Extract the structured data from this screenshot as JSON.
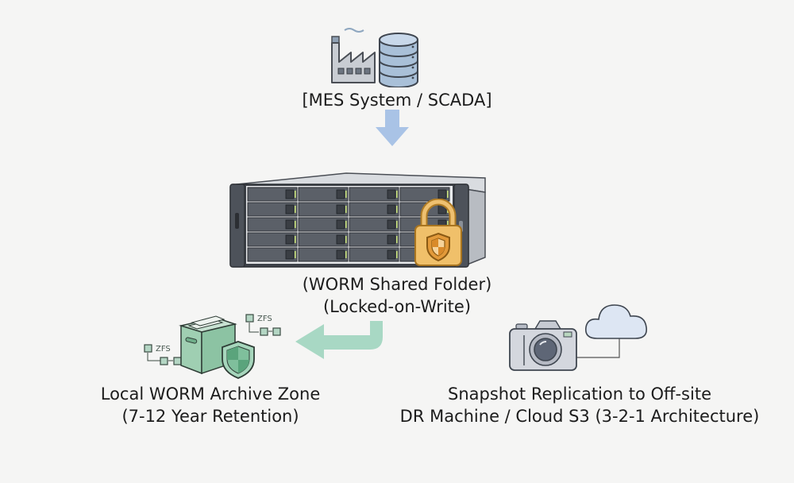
{
  "diagram": {
    "source": {
      "label": "[MES System / SCADA]",
      "icons": [
        "factory-icon",
        "database-icon"
      ]
    },
    "storage": {
      "line1": "(WORM Shared Folder)",
      "line2": "(Locked-on-Write)",
      "icons": [
        "nas-server-icon",
        "padlock-shield-icon"
      ]
    },
    "local_archive": {
      "line1": "Local WORM Archive Zone",
      "line2": "(7-12 Year Retention)",
      "zfs_label_1": "ZFS",
      "zfs_label_2": "ZFS",
      "icons": [
        "archive-box-icon",
        "shield-icon"
      ]
    },
    "offsite": {
      "line1": "Snapshot Replication to Off-site",
      "line2": "DR Machine / Cloud S3 (3-2-1 Architecture)",
      "icons": [
        "camera-snapshot-icon",
        "cloud-icon"
      ]
    },
    "colors": {
      "background": "#f5f5f4",
      "down_arrow": "#a9c3e6",
      "green_arrow": "#a8d8c4",
      "archive_green": "#9fcfb2",
      "lock_gold": "#e8b45a",
      "server_dark": "#4a4e55"
    }
  }
}
